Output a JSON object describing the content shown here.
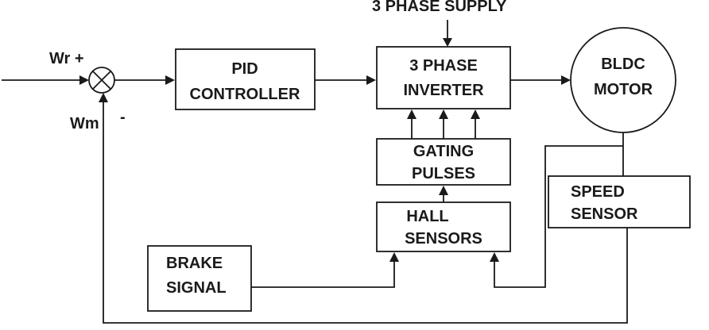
{
  "supply_label": "3 PHASE SUPPLY",
  "reference_label": "Wr +",
  "feedback_label": "Wm",
  "minus_label": "-",
  "pid": {
    "line1": "PID",
    "line2": "CONTROLLER"
  },
  "inverter": {
    "line1": "3 PHASE",
    "line2": "INVERTER"
  },
  "motor": {
    "line1": "BLDC",
    "line2": "MOTOR"
  },
  "gating": {
    "line1": "GATING",
    "line2": "PULSES"
  },
  "speed_sensor": {
    "line1": "SPEED",
    "line2": "SENSOR"
  },
  "hall": {
    "line1": "HALL",
    "line2": "SENSORS"
  },
  "brake": {
    "line1": "BRAKE",
    "line2": "SIGNAL"
  }
}
